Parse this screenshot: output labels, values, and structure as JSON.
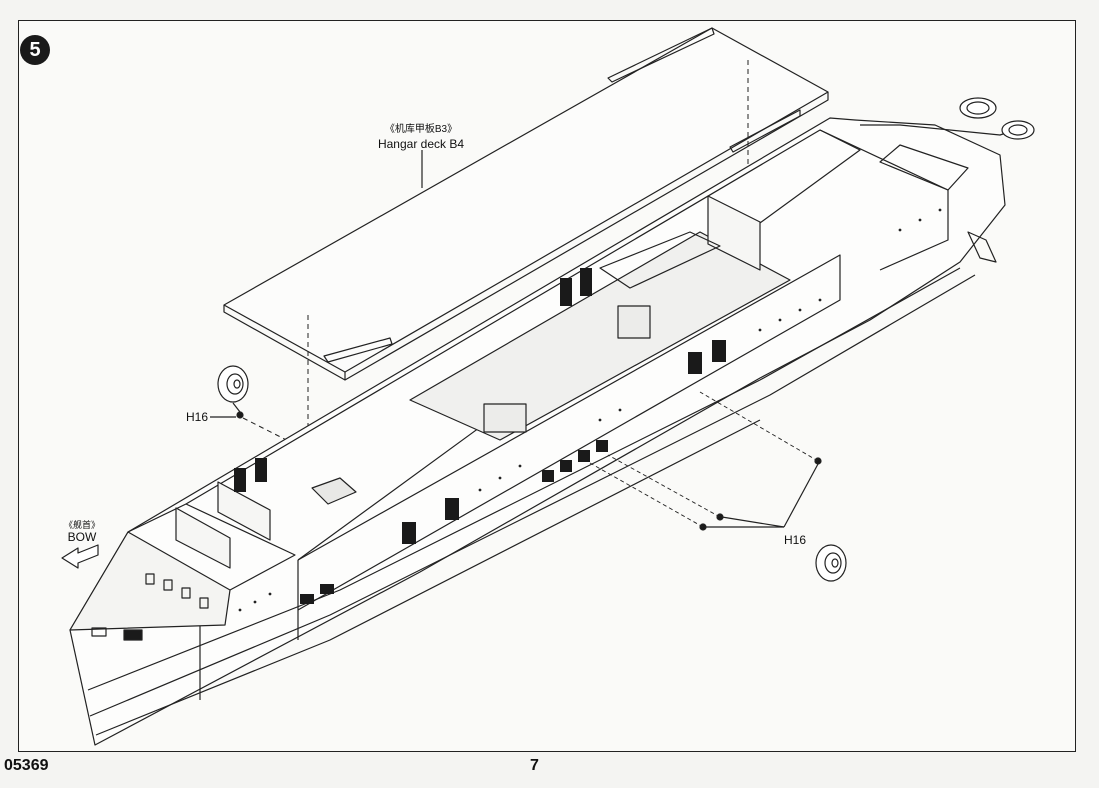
{
  "step": {
    "number": "5"
  },
  "labels": {
    "deck_cn": "《机库甲板B3》",
    "deck_en": "Hangar deck B4",
    "part_upper": "H16",
    "part_lower": "H16",
    "bow_cn": "《舰首》",
    "bow_en": "BOW"
  },
  "footer": {
    "product_code": "05369",
    "page_number": "7"
  }
}
